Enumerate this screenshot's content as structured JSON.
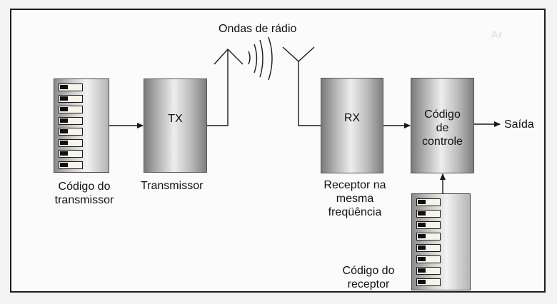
{
  "labels": {
    "radio_waves": "Ondas de rádio",
    "tx_box": "TX",
    "rx_box": "RX",
    "control_box": "Código de controle",
    "output": "Saída",
    "transmitter_code": "Código do transmissor",
    "transmitter": "Transmissor",
    "receiver": "Receptor na mesma freqüência",
    "receiver_code": "Código do receptor"
  },
  "dip_switches": {
    "transmitter_count": 8,
    "receiver_count": 8
  },
  "colors": {
    "line": "#1a1a1a",
    "frame": "#1d1d1d"
  }
}
